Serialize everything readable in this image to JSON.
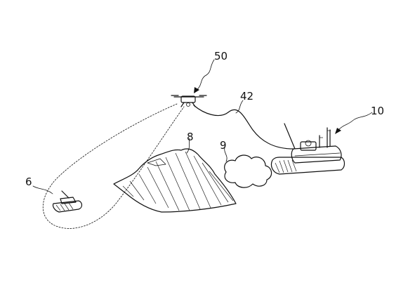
{
  "figure": {
    "labels": {
      "drone_ref": "50",
      "cable_ref": "42",
      "vehicle_ref": "10",
      "target_ref": "6",
      "mountain_ref": "8",
      "cloud_ref": "9"
    }
  }
}
